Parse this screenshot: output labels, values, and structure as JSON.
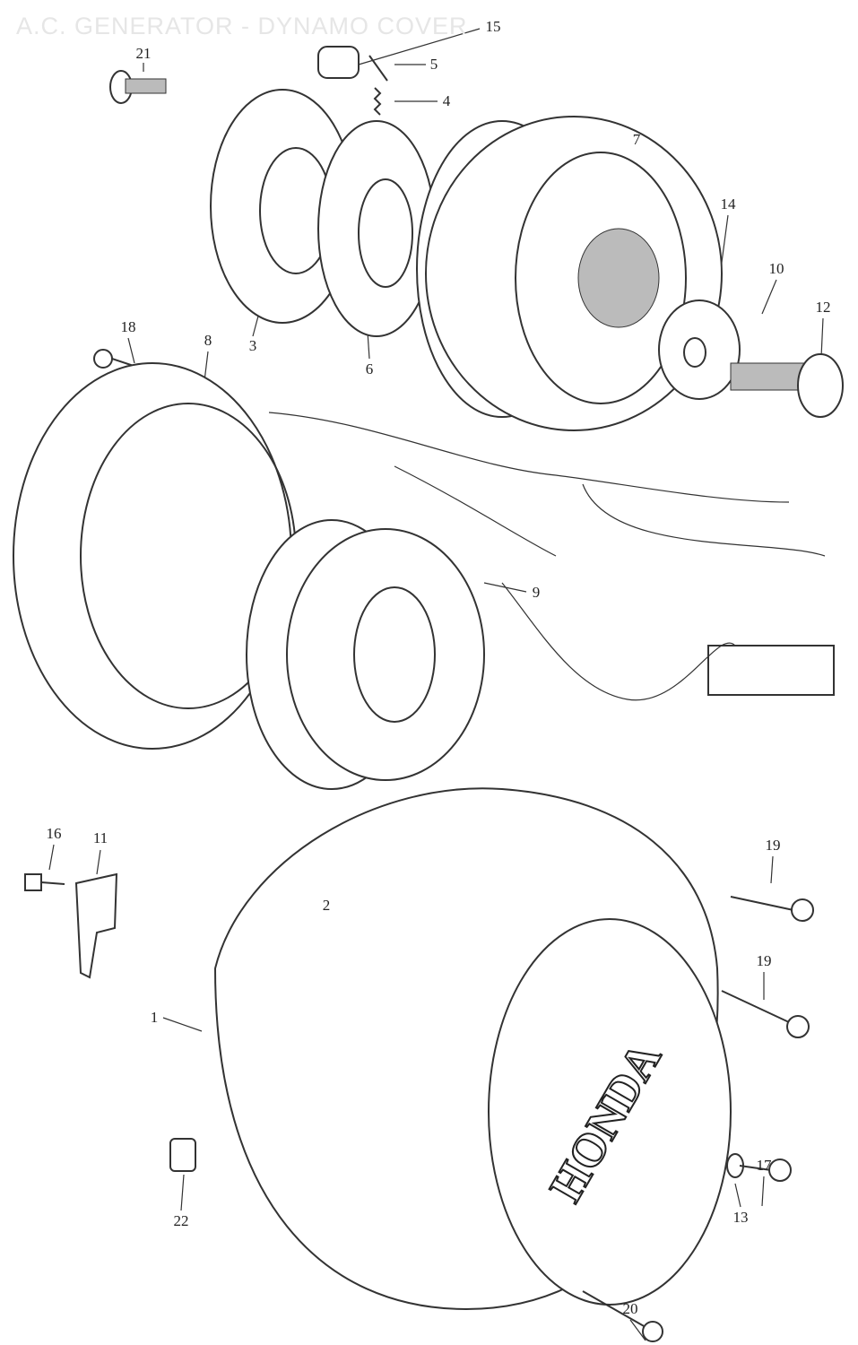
{
  "title": "A.C. GENERATOR - DYNAMO COVER",
  "cover_logo_text": "HONDA",
  "callouts": [
    {
      "id": "c21",
      "label": "21"
    },
    {
      "id": "c15",
      "label": "15"
    },
    {
      "id": "c5",
      "label": "5"
    },
    {
      "id": "c4",
      "label": "4"
    },
    {
      "id": "c7",
      "label": "7"
    },
    {
      "id": "c14",
      "label": "14"
    },
    {
      "id": "c10",
      "label": "10"
    },
    {
      "id": "c12",
      "label": "12"
    },
    {
      "id": "c18",
      "label": "18"
    },
    {
      "id": "c8",
      "label": "8"
    },
    {
      "id": "c3",
      "label": "3"
    },
    {
      "id": "c6",
      "label": "6"
    },
    {
      "id": "c9",
      "label": "9"
    },
    {
      "id": "c16",
      "label": "16"
    },
    {
      "id": "c11",
      "label": "11"
    },
    {
      "id": "c19a",
      "label": "19"
    },
    {
      "id": "c2",
      "label": "2"
    },
    {
      "id": "c19b",
      "label": "19"
    },
    {
      "id": "c1",
      "label": "1"
    },
    {
      "id": "c17",
      "label": "17"
    },
    {
      "id": "c13",
      "label": "13"
    },
    {
      "id": "c22",
      "label": "22"
    },
    {
      "id": "c20",
      "label": "20"
    }
  ]
}
